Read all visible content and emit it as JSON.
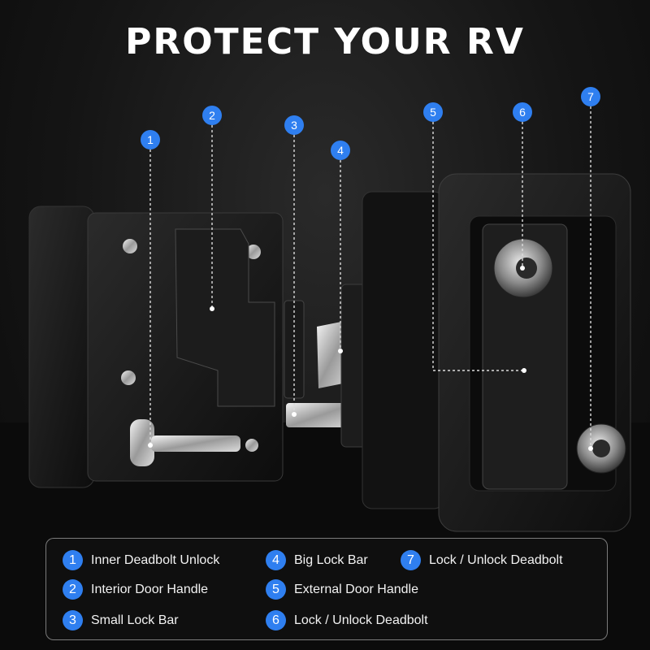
{
  "title": "PROTECT YOUR RV",
  "accent_color": "#2f7ff0",
  "callouts": [
    "1",
    "2",
    "3",
    "4",
    "5",
    "6",
    "7"
  ],
  "legend": [
    {
      "num": "1",
      "label": "Inner Deadbolt Unlock"
    },
    {
      "num": "2",
      "label": "Interior Door Handle"
    },
    {
      "num": "3",
      "label": "Small Lock Bar"
    },
    {
      "num": "4",
      "label": "Big Lock Bar"
    },
    {
      "num": "5",
      "label": "External Door Handle"
    },
    {
      "num": "6",
      "label": "Lock / Unlock Deadbolt"
    },
    {
      "num": "7",
      "label": "Lock / Unlock Deadbolt"
    }
  ]
}
